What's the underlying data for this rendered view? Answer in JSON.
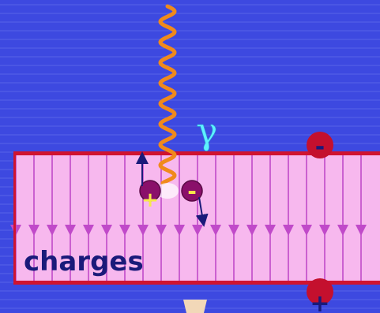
{
  "labels": {
    "gamma": "γ",
    "charges": "charges",
    "minus": "-",
    "plus": "+"
  },
  "colors": {
    "background": "#3d49e0",
    "stripe": "#6d79f0",
    "slab_fill": "#f7b8ee",
    "slab_edge": "#d01330",
    "field_line": "#c04ac9",
    "photon": "#f08a1c",
    "ion": "#8a0f6a",
    "positive_sign": "#f6e84a",
    "arrow": "#1a1a7a",
    "gamma_text": "#5ef0ff"
  },
  "icons": {
    "photon": "wavy-line",
    "charge_positive": "plus-sign",
    "charge_negative": "minus-sign"
  }
}
